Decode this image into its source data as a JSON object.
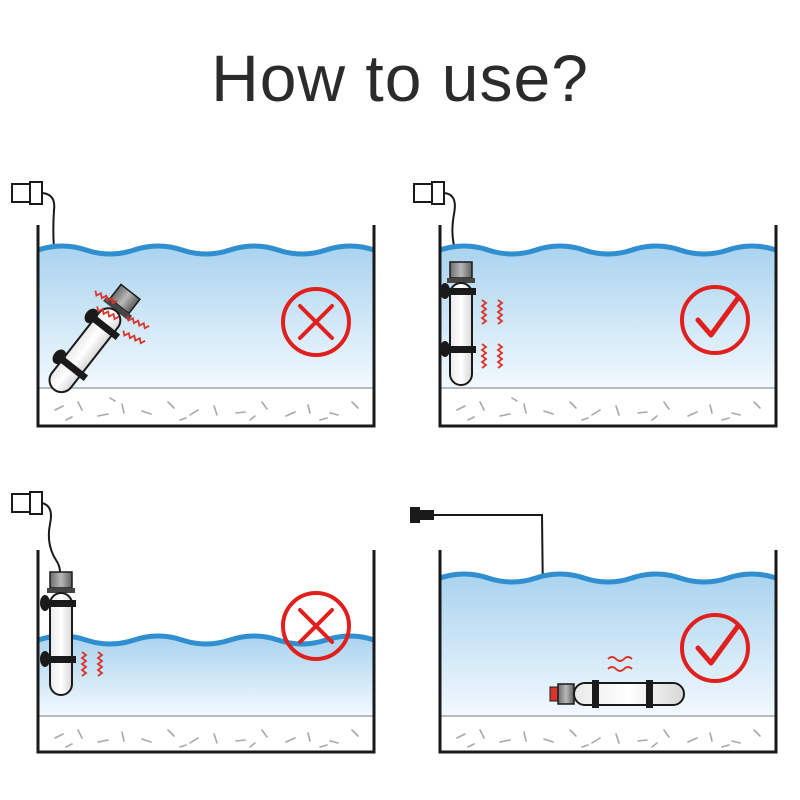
{
  "title": "How to use?",
  "colors": {
    "water_top": "#b9dcf2",
    "water_bottom": "#eef7fd",
    "wave_line": "#2f8fd0",
    "mark_red": "#e1201e",
    "heat_red": "#d9352a",
    "outline": "#1a1a1a"
  },
  "panels": [
    {
      "name": "panel-angled-heater",
      "mark": "wrong-mark-icon",
      "heater": "diagonal",
      "water": "full"
    },
    {
      "name": "panel-vertical-heater",
      "mark": "correct-mark-icon",
      "heater": "vertical",
      "water": "full"
    },
    {
      "name": "panel-low-water",
      "mark": "wrong-mark-icon",
      "heater": "vertical-exposed",
      "water": "low"
    },
    {
      "name": "panel-horizontal-heater",
      "mark": "correct-mark-icon",
      "heater": "horizontal",
      "water": "full"
    }
  ]
}
